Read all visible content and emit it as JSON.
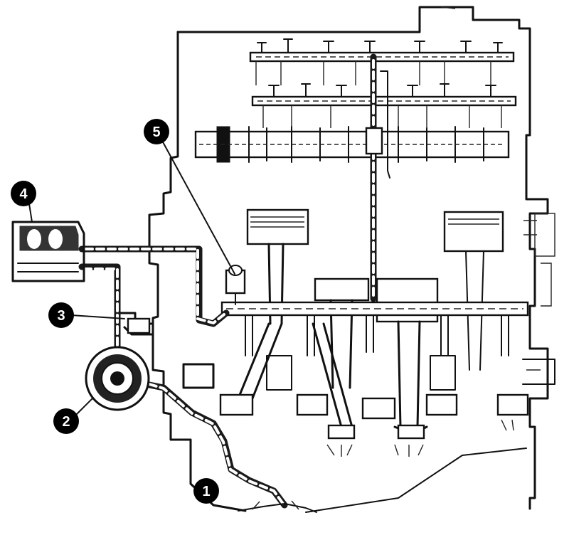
{
  "callouts": [
    {
      "id": "1",
      "label": "1"
    },
    {
      "id": "2",
      "label": "2"
    },
    {
      "id": "3",
      "label": "3"
    },
    {
      "id": "4",
      "label": "4"
    },
    {
      "id": "5",
      "label": "5"
    }
  ],
  "icons": {
    "oil_pickup": "oil-pickup-strainer-icon",
    "oil_pump": "oil-pump-icon",
    "pressure_switch": "oil-pressure-switch-icon",
    "oil_filter": "oil-filter-icon",
    "relief_valve": "relief-valve-icon"
  },
  "colors": {
    "ink": "#111111",
    "background": "#ffffff"
  }
}
